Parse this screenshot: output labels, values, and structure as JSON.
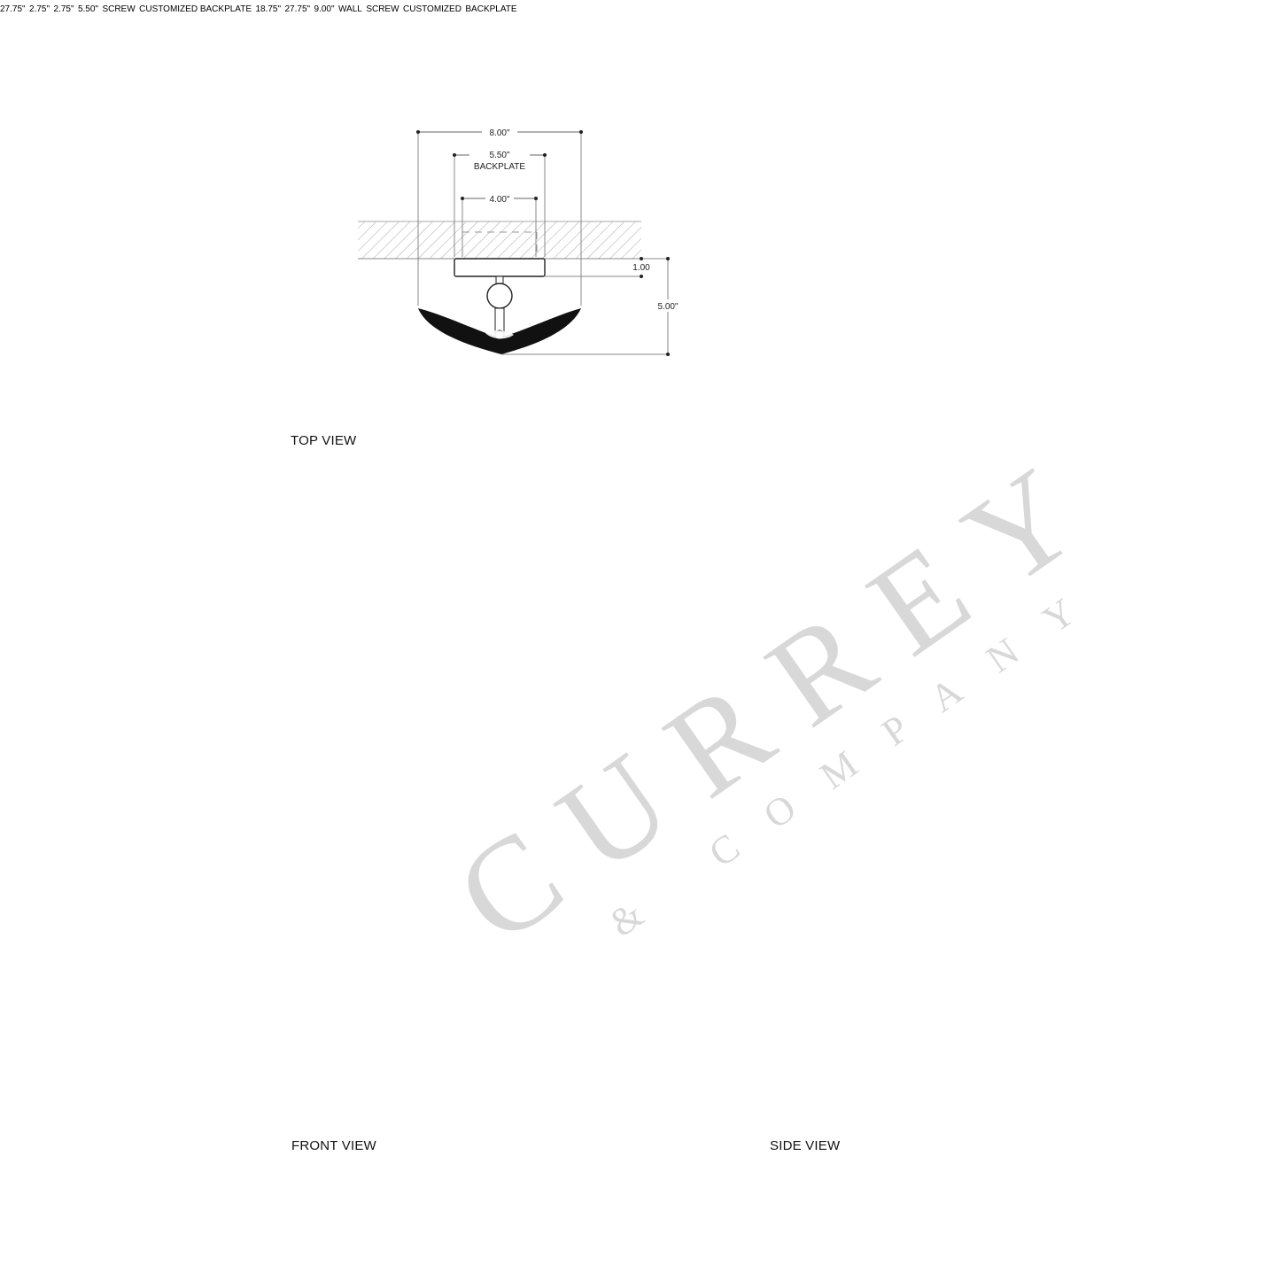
{
  "watermark": {
    "main": "CURREY",
    "sub": "& COMPANY"
  },
  "top_view": {
    "title": "TOP VIEW",
    "dims": {
      "overall_width": "8.00\"",
      "backplate_width": "5.50\"",
      "backplate_label": "BACKPLATE",
      "mount_width": "4.00\"",
      "backplate_depth": "1.00",
      "overall_depth": "5.00\""
    }
  },
  "front_view": {
    "title": "FRONT VIEW",
    "dims": {
      "overall_height": "27.75\"",
      "upper_half": "2.75\"",
      "backplate_height": "5.50\"",
      "lower_half": "2.75\""
    },
    "callouts": {
      "screw": "SCREW",
      "backplate": "CUSTOMIZED BACKPLATE"
    }
  },
  "side_view": {
    "title": "SIDE VIEW",
    "dims": {
      "upper": "18.75\"",
      "overall_height": "27.75\"",
      "lower": "9.00\""
    },
    "callouts": {
      "wall": "WALL",
      "screw": "SCREW",
      "backplate_line1": "CUSTOMIZED",
      "backplate_line2": "BACKPLATE"
    }
  }
}
